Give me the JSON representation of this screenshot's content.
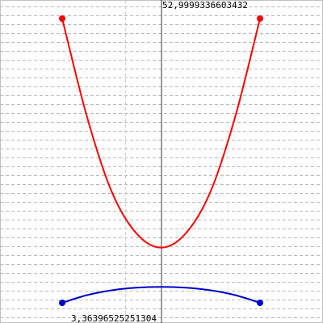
{
  "chart_data": {
    "type": "line",
    "title": "",
    "xlabel": "",
    "ylabel": "",
    "grid": true,
    "top_label": "52,9999336603432",
    "bottom_label": "3,36396525251304",
    "y_top": 52.9999336603432,
    "y_bottom": 3.36396525251304,
    "xlim": [
      -1,
      1
    ],
    "ylim": [
      3.36396525251304,
      52.9999336603432
    ],
    "series": [
      {
        "color": "#ff0000",
        "points": [
          [
            -1.0,
            52.9999
          ],
          [
            -0.75,
            35.9
          ],
          [
            -0.5,
            22.8
          ],
          [
            -0.25,
            15.5
          ],
          [
            0.0,
            13.0
          ],
          [
            0.25,
            15.5
          ],
          [
            0.5,
            22.8
          ],
          [
            0.75,
            35.9
          ],
          [
            1.0,
            52.9999
          ]
        ]
      },
      {
        "color": "#0000cc",
        "points": [
          [
            -1.0,
            3.364
          ],
          [
            -0.75,
            4.7
          ],
          [
            -0.5,
            5.55
          ],
          [
            -0.25,
            6.0
          ],
          [
            0.0,
            6.15
          ],
          [
            0.25,
            6.0
          ],
          [
            0.5,
            5.55
          ],
          [
            0.75,
            4.7
          ],
          [
            1.0,
            3.364
          ]
        ]
      }
    ]
  }
}
